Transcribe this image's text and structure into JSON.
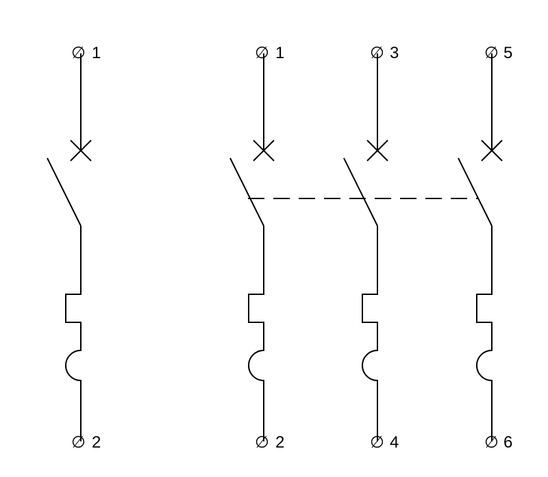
{
  "diagram": {
    "single_pole": {
      "terminals": {
        "top": {
          "symbol": "∅",
          "number": "1"
        },
        "bottom": {
          "symbol": "∅",
          "number": "2"
        }
      }
    },
    "three_pole": {
      "poles": [
        {
          "top": {
            "symbol": "∅",
            "number": "1"
          },
          "bottom": {
            "symbol": "∅",
            "number": "2"
          }
        },
        {
          "top": {
            "symbol": "∅",
            "number": "3"
          },
          "bottom": {
            "symbol": "∅",
            "number": "4"
          }
        },
        {
          "top": {
            "symbol": "∅",
            "number": "5"
          },
          "bottom": {
            "symbol": "∅",
            "number": "6"
          }
        }
      ]
    },
    "colors": {
      "line": "#000000",
      "background": "#ffffff"
    }
  }
}
